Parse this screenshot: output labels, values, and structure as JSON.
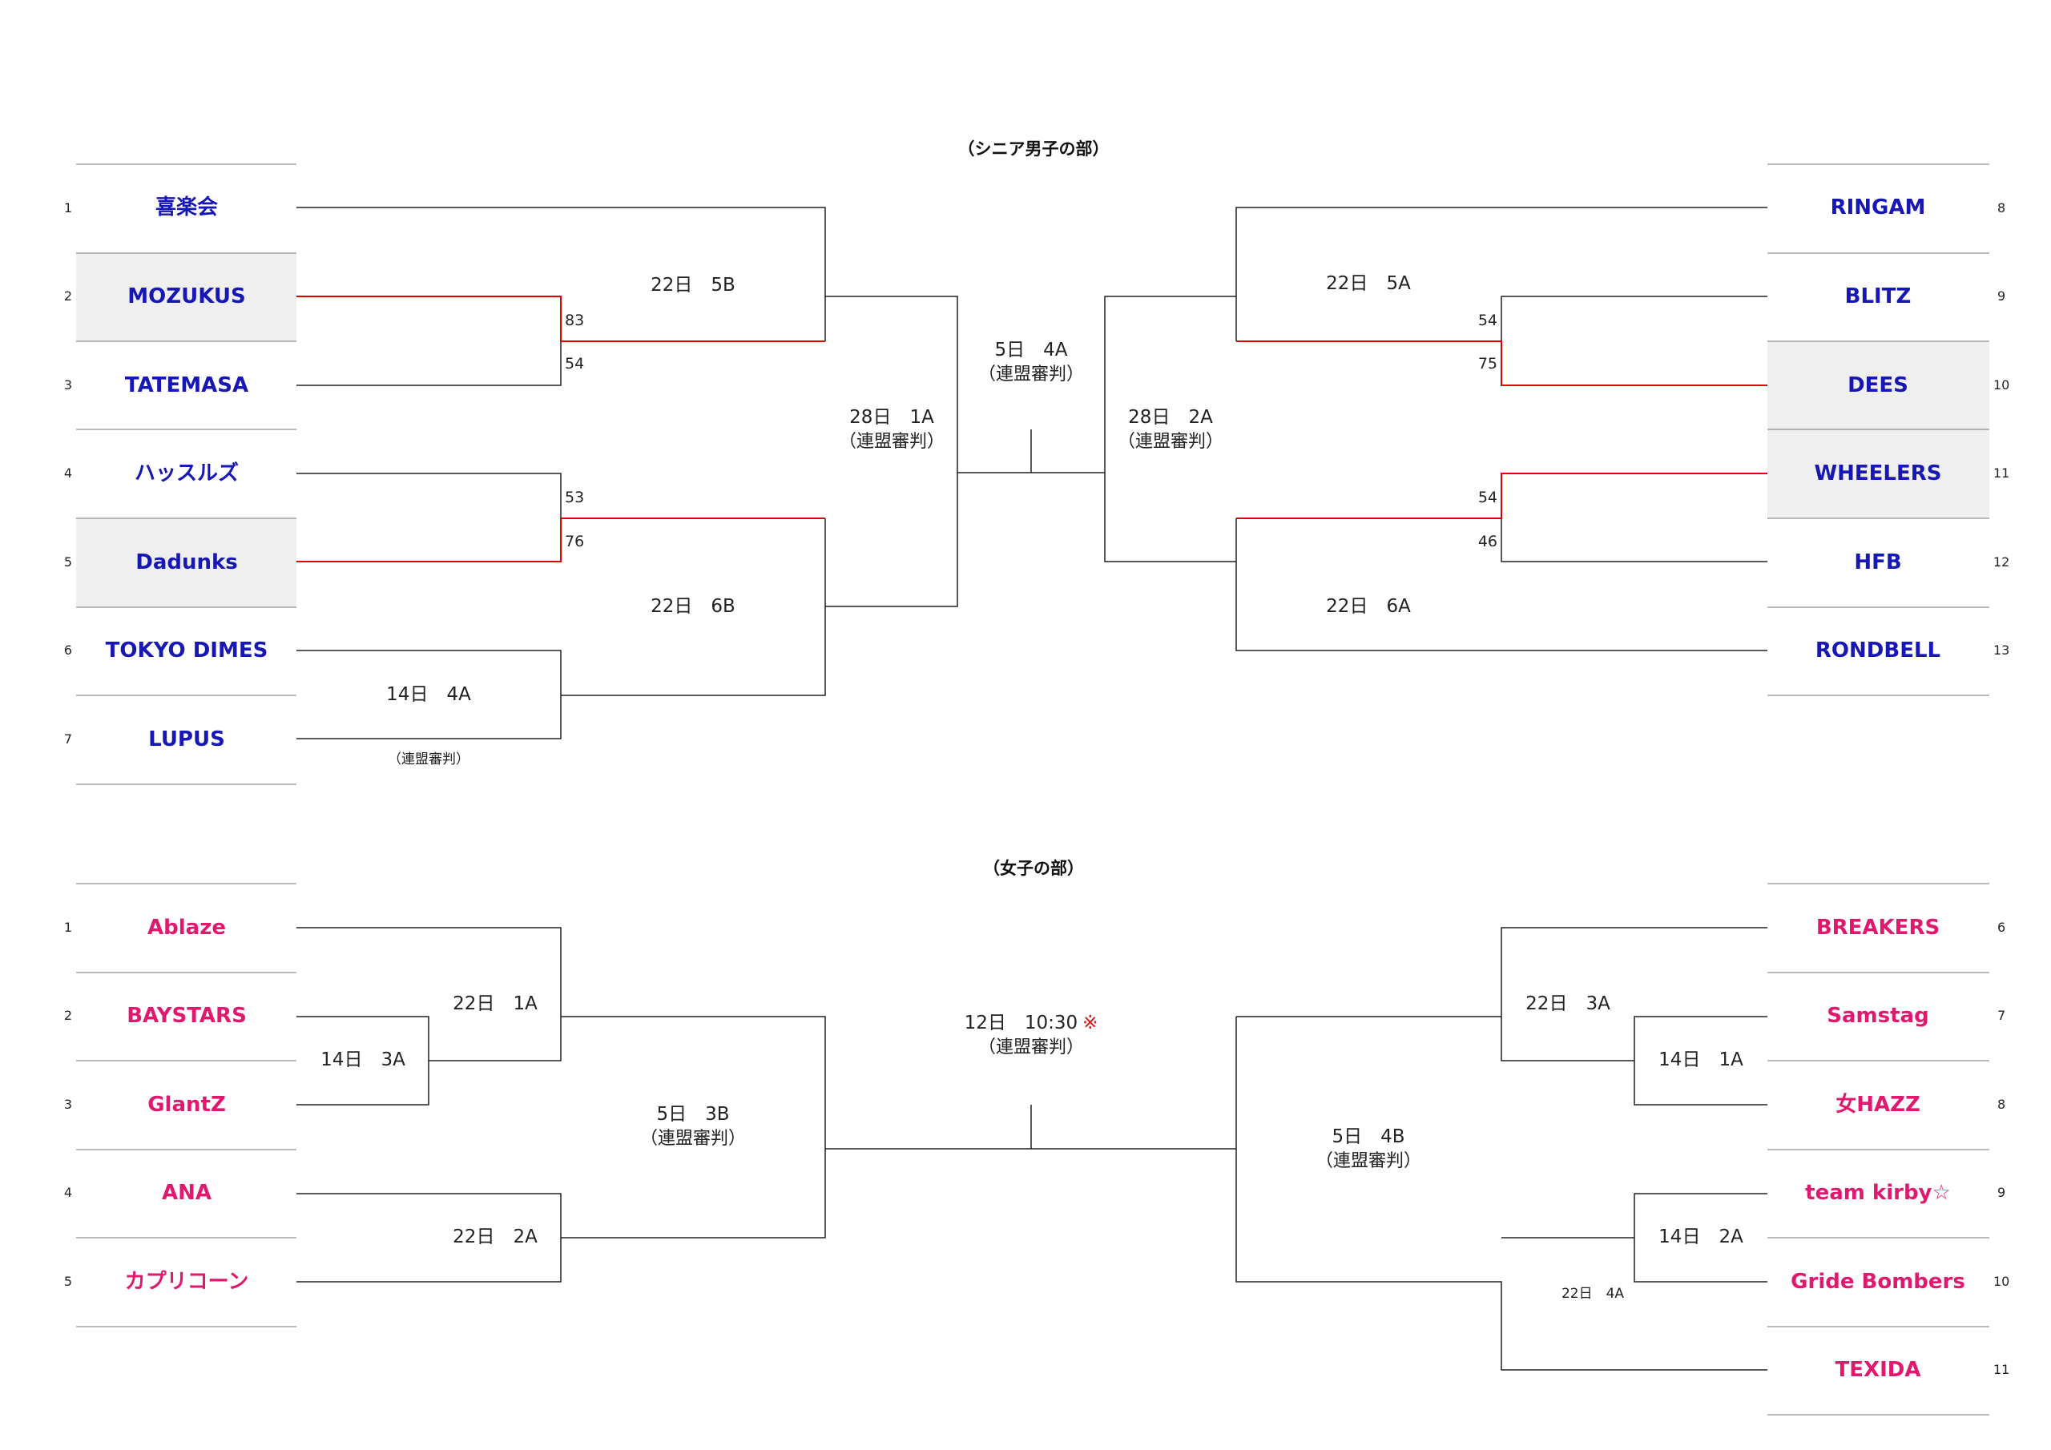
{
  "sections": {
    "men": {
      "title": "（シニア男子の部）",
      "teams": [
        {
          "no": "1",
          "name": "喜楽会"
        },
        {
          "no": "2",
          "name": "MOZUKUS"
        },
        {
          "no": "3",
          "name": "TATEMASA"
        },
        {
          "no": "4",
          "name": "ハッスルズ"
        },
        {
          "no": "5",
          "name": "Dadunks"
        },
        {
          "no": "6",
          "name": "TOKYO DIMES"
        },
        {
          "no": "7",
          "name": "LUPUS"
        },
        {
          "no": "8",
          "name": "RINGAM"
        },
        {
          "no": "9",
          "name": "BLITZ"
        },
        {
          "no": "10",
          "name": "DEES"
        },
        {
          "no": "11",
          "name": "WHEELERS"
        },
        {
          "no": "12",
          "name": "HFB"
        },
        {
          "no": "13",
          "name": "RONDBELL"
        }
      ],
      "matches": {
        "m14_4a": "14日　4A",
        "m14_4a_note": "（連盟審判）",
        "m22_5b": "22日　5B",
        "m22_6b": "22日　6B",
        "m28_1a": "28日　1A",
        "m28_1a_note": "（連盟審判）",
        "final": "5日　4A",
        "final_note": "（連盟審判）",
        "m28_2a": "28日　2A",
        "m28_2a_note": "（連盟審判）",
        "m22_5a": "22日　5A",
        "m22_6a": "22日　6A"
      },
      "scores": {
        "mozukus": "83",
        "tatemasa": "54",
        "hustles": "53",
        "dadunks": "76",
        "blitz": "54",
        "dees": "75",
        "wheelers": "54",
        "hfb": "46"
      }
    },
    "women": {
      "title": "（女子の部）",
      "teams": [
        {
          "no": "1",
          "name": "Ablaze"
        },
        {
          "no": "2",
          "name": "BAYSTARS"
        },
        {
          "no": "3",
          "name": "GlantZ"
        },
        {
          "no": "4",
          "name": "ANA"
        },
        {
          "no": "5",
          "name": "カプリコーン"
        },
        {
          "no": "6",
          "name": "BREAKERS"
        },
        {
          "no": "7",
          "name": "Samstag"
        },
        {
          "no": "8",
          "name": "女HAZZ"
        },
        {
          "no": "9",
          "name": "team kirby☆"
        },
        {
          "no": "10",
          "name": "Gride Bombers"
        },
        {
          "no": "11",
          "name": "TEXIDA"
        }
      ],
      "matches": {
        "m14_3a": "14日　3A",
        "m22_1a": "22日　1A",
        "m22_2a": "22日　2A",
        "m5_3b": "5日　3B",
        "m5_3b_note": "（連盟審判）",
        "final": "12日　10:30",
        "final_mark": "※",
        "final_note": "（連盟審判）",
        "m5_4b": "5日　4B",
        "m5_4b_note": "（連盟審判）",
        "m22_3a": "22日　3A",
        "m14_1a": "14日　1A",
        "m14_2a": "14日　2A",
        "m22_4a": "22日　4A"
      }
    }
  },
  "colors": {
    "men_team": "#1717b5",
    "women_team": "#e0196e",
    "winner_line": "#e00000",
    "highlight_bg": "#efefef"
  }
}
